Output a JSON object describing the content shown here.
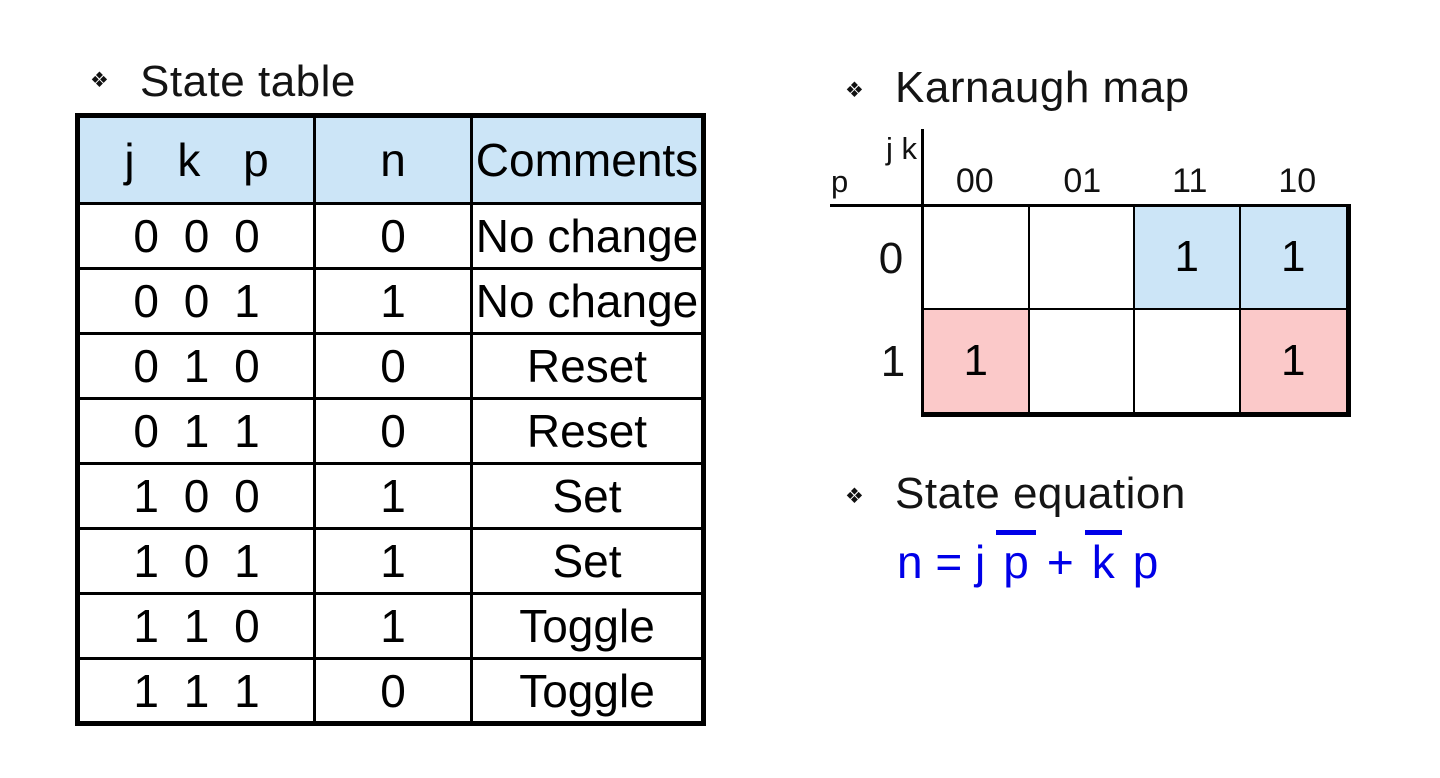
{
  "state_table": {
    "bullet": "❖",
    "title": "State table",
    "header_bg": "#cce5f7",
    "headers": {
      "inputs": "j k p",
      "output": "n",
      "comments": "Comments"
    },
    "rows": [
      {
        "jkp": "0 0 0",
        "n": "0",
        "comment": "No change"
      },
      {
        "jkp": "0 0 1",
        "n": "1",
        "comment": "No change"
      },
      {
        "jkp": "0 1 0",
        "n": "0",
        "comment": "Reset"
      },
      {
        "jkp": "0 1 1",
        "n": "0",
        "comment": "Reset"
      },
      {
        "jkp": "1 0 0",
        "n": "1",
        "comment": "Set"
      },
      {
        "jkp": "1 0 1",
        "n": "1",
        "comment": "Set"
      },
      {
        "jkp": "1 1 0",
        "n": "1",
        "comment": "Toggle"
      },
      {
        "jkp": "1 1 1",
        "n": "0",
        "comment": "Toggle"
      }
    ]
  },
  "kmap": {
    "bullet": "❖",
    "title": "Karnaugh map",
    "col_var": "j k",
    "row_var": "p",
    "col_labels": [
      "00",
      "01",
      "11",
      "10"
    ],
    "group_colors": {
      "blue": "#cce5f7",
      "pink": "#fbc9c9"
    },
    "rows": [
      {
        "label": "0",
        "cells": [
          {
            "value": "",
            "bg": "#ffffff"
          },
          {
            "value": "",
            "bg": "#ffffff"
          },
          {
            "value": "1",
            "bg": "#cce5f7"
          },
          {
            "value": "1",
            "bg": "#cce5f7"
          }
        ]
      },
      {
        "label": "1",
        "cells": [
          {
            "value": "1",
            "bg": "#fbc9c9"
          },
          {
            "value": "",
            "bg": "#ffffff"
          },
          {
            "value": "",
            "bg": "#ffffff"
          },
          {
            "value": "1",
            "bg": "#fbc9c9"
          }
        ]
      }
    ]
  },
  "equation": {
    "bullet": "❖",
    "title": "State equation",
    "prefix": "n = j",
    "bar1": "p",
    "plus": "+",
    "bar2": "k",
    "suffix": "p",
    "color": "#0000e8"
  }
}
